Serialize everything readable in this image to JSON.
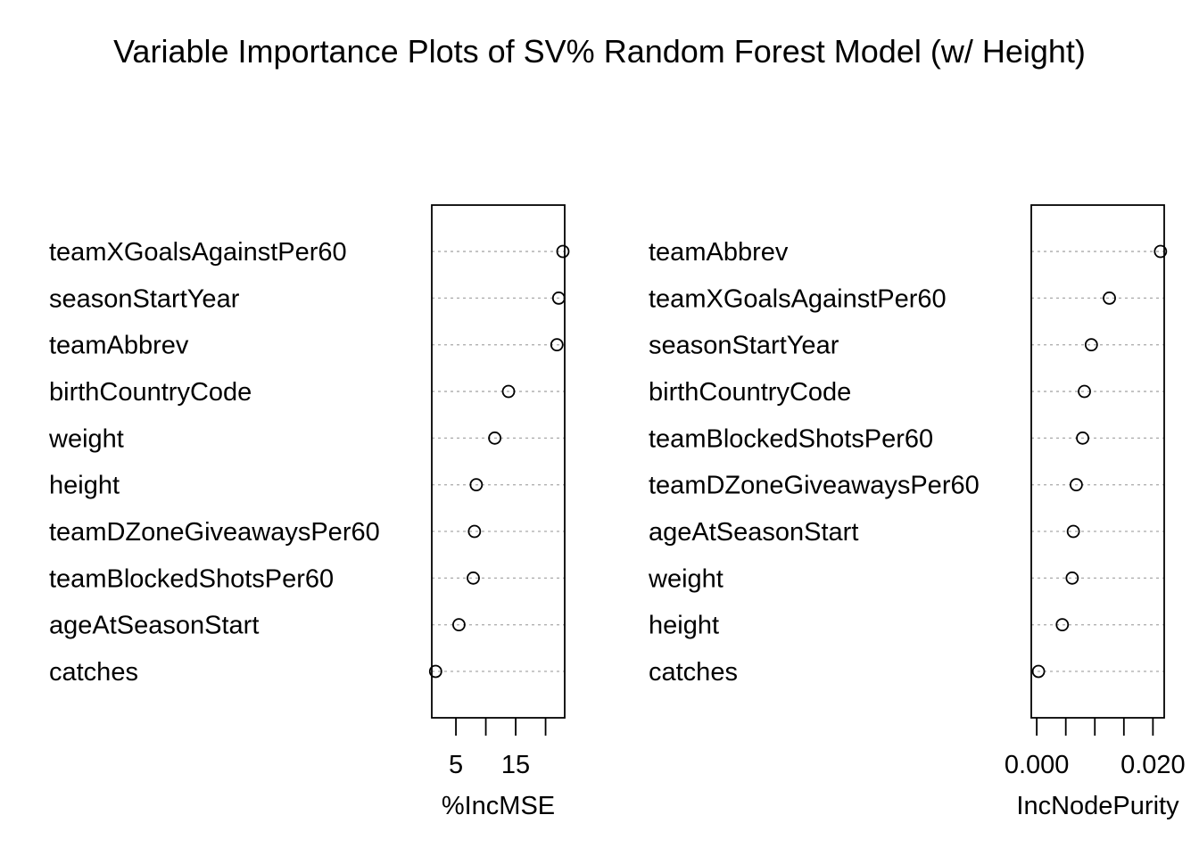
{
  "title": "Variable Importance Plots of SV% Random Forest Model (w/ Height)",
  "chart_data": [
    {
      "type": "dotchart",
      "xlabel": "%IncMSE",
      "xlim": [
        0.96,
        23.2
      ],
      "xticks": [
        5,
        10,
        15,
        20
      ],
      "xtick_labels": [
        "5",
        "",
        "15",
        ""
      ],
      "grid": "dotted horizontal guide lines",
      "categories": [
        "teamXGoalsAgainstPer60",
        "seasonStartYear",
        "teamAbbrev",
        "birthCountryCode",
        "weight",
        "height",
        "teamDZoneGiveawaysPer60",
        "teamBlockedShotsPer60",
        "ageAtSeasonStart",
        "catches"
      ],
      "values": [
        22.9,
        22.2,
        21.9,
        13.8,
        11.5,
        8.4,
        8.1,
        7.9,
        5.5,
        1.6
      ]
    },
    {
      "type": "dotchart",
      "xlabel": "IncNodePurity",
      "xlim": [
        -0.00094,
        0.02194
      ],
      "xticks": [
        0.0,
        0.005,
        0.01,
        0.015,
        0.02
      ],
      "xtick_labels": [
        "0.000",
        "",
        "",
        "",
        "0.020"
      ],
      "grid": "dotted horizontal guide lines",
      "categories": [
        "teamAbbrev",
        "teamXGoalsAgainstPer60",
        "seasonStartYear",
        "birthCountryCode",
        "teamBlockedShotsPer60",
        "teamDZoneGiveawaysPer60",
        "ageAtSeasonStart",
        "weight",
        "height",
        "catches"
      ],
      "values": [
        0.0213,
        0.0125,
        0.0094,
        0.0082,
        0.0079,
        0.0068,
        0.0063,
        0.0061,
        0.0044,
        0.0003
      ]
    }
  ]
}
